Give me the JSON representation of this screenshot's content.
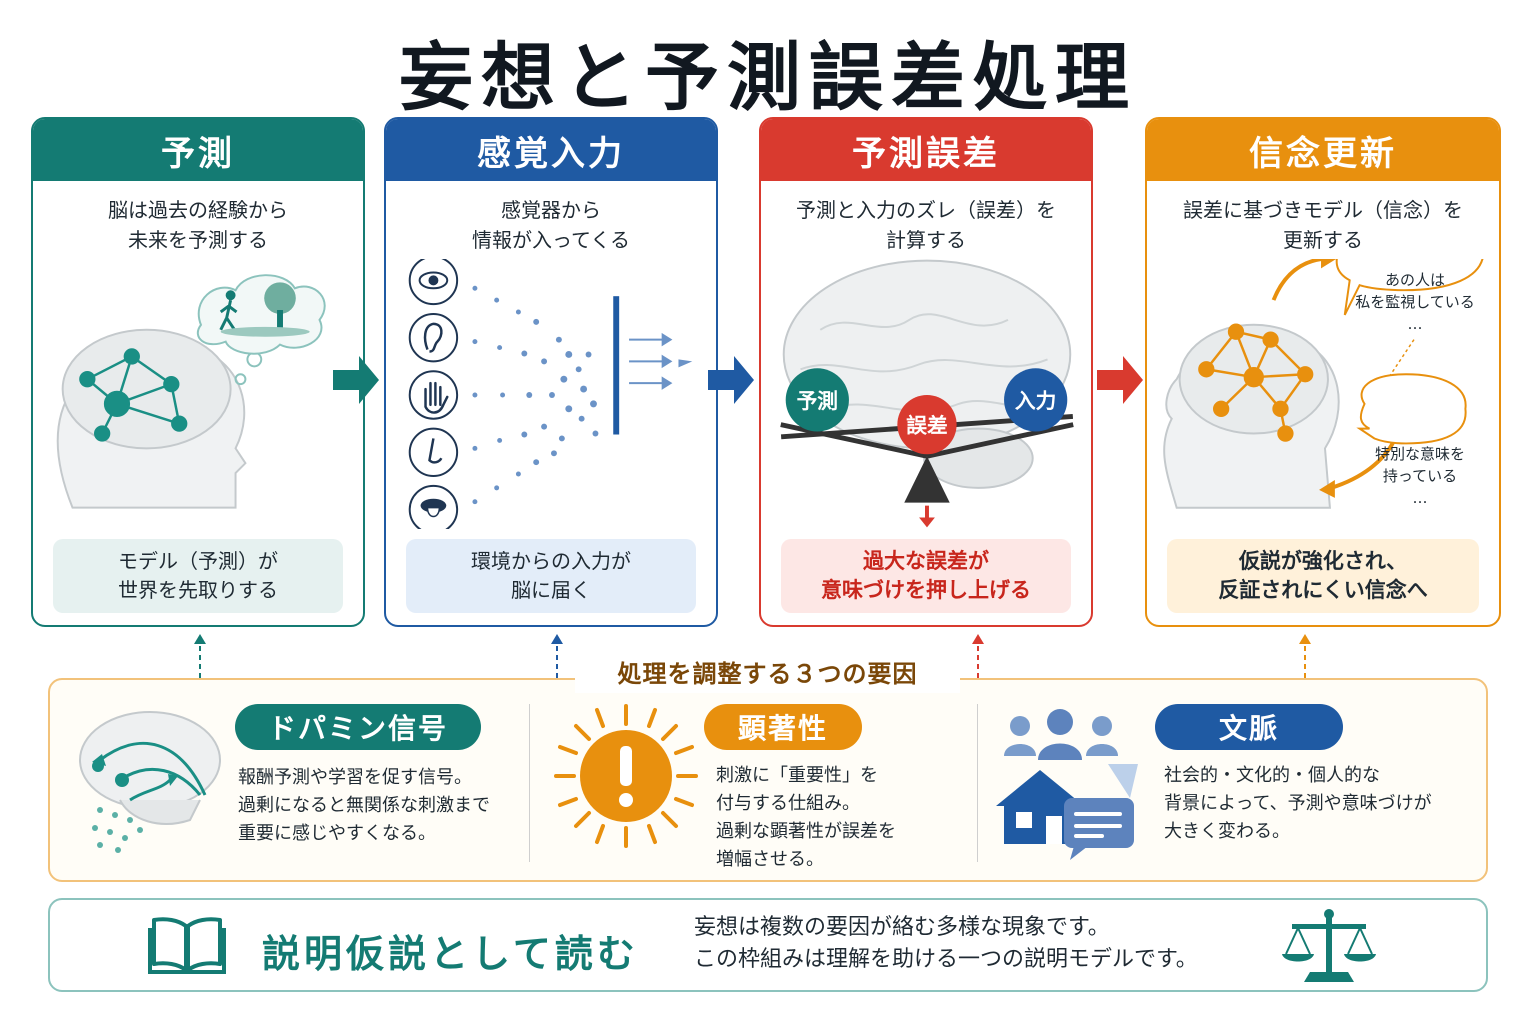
{
  "title": "妄想と予測誤差処理",
  "stages": [
    {
      "title": "予測",
      "desc": "脳は過去の経験から\n未来を予測する",
      "foot": "モデル（予測）が\n世界を先取りする",
      "color": "#147b73",
      "foot_bg": "#e6f1f0"
    },
    {
      "title": "感覚入力",
      "desc": "感覚器から\n情報が入ってくる",
      "foot": "環境からの入力が\n脳に届く",
      "color": "#1f5aa3",
      "foot_bg": "#e3edf9"
    },
    {
      "title": "予測誤差",
      "desc": "予測と入力のズレ（誤差）を\n計算する",
      "foot": "過大な誤差が\n意味づけを押し上げる",
      "color": "#d93a2f",
      "foot_bg": "#fde7e5"
    },
    {
      "title": "信念更新",
      "desc": "誤差に基づきモデル（信念）を\n更新する",
      "foot": "仮説が強化され、\n反証されにくい信念へ",
      "color": "#e8900e",
      "foot_bg": "#fff1da"
    }
  ],
  "error_diagram": {
    "left_label": "予測",
    "center_label": "誤差",
    "right_label": "入力"
  },
  "belief_bubbles": [
    "あの人は\n私を監視している\n…",
    "特別な意味を\n持っている\n…"
  ],
  "factors": {
    "title": "処理を調整する３つの要因",
    "items": [
      {
        "label": "ドパミン信号",
        "text": "報酬予測や学習を促す信号。\n過剰になると無関係な刺激まで\n重要に感じやすくなる。",
        "color": "#147b73"
      },
      {
        "label": "顕著性",
        "text": "刺激に「重要性」を\n付与する仕組み。\n過剰な顕著性が誤差を\n増幅させる。",
        "color": "#e8900e"
      },
      {
        "label": "文脈",
        "text": "社会的・文化的・個人的な\n背景によって、予測や意味づけが\n大きく変わる。",
        "color": "#1f5aa3"
      }
    ]
  },
  "bottom": {
    "title": "説明仮説として読む",
    "text": "妄想は複数の要因が絡む多様な現象です。\nこの枠組みは理解を助ける一つの説明モデルです。"
  },
  "icons": {
    "sense": [
      "eye-icon",
      "ear-icon",
      "hand-icon",
      "nose-icon",
      "tongue-icon"
    ],
    "book": "book-icon",
    "scale": "balance-scale-icon",
    "alert": "exclamation-sun-icon"
  }
}
